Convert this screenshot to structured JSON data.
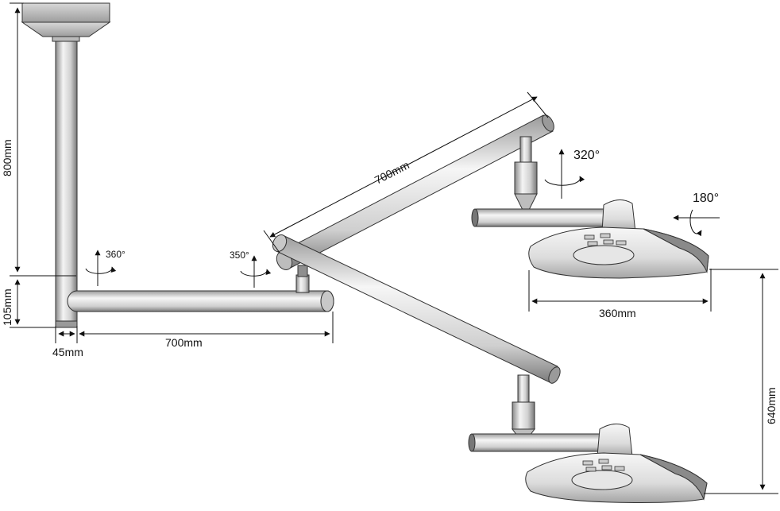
{
  "dimensions": {
    "ceiling_height": "800mm",
    "mount_offset": "105mm",
    "tube_diameter": "45mm",
    "first_arm_length": "700mm",
    "second_arm_length": "700mm",
    "lamp_head_diameter": "360mm",
    "lamp_drop": "640mm"
  },
  "rotations": {
    "mount_joint": "360°",
    "arm_joint": "350°",
    "yoke_joint": "320°",
    "head_tilt": "180°"
  },
  "colors": {
    "line": "#111111",
    "metal_light": "#f2f2f2",
    "metal_mid": "#c9c9c9",
    "metal_dark": "#7d7d7d"
  }
}
